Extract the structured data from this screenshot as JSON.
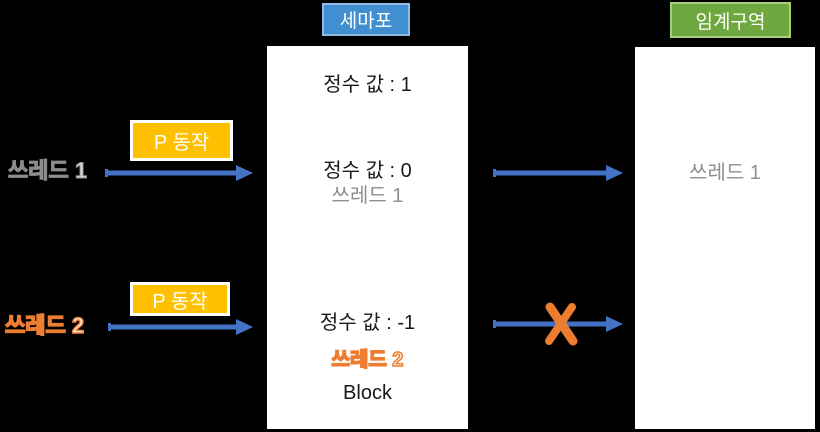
{
  "headers": {
    "semaphore": "세마포",
    "critical_section": "임계구역"
  },
  "left_column": {
    "thread1_label": "쓰레드 1",
    "thread2_label": "쓰레드 2"
  },
  "p_operations": {
    "p_op_1": "P 동작",
    "p_op_2": "P 동작"
  },
  "semaphore_box": {
    "row1_value": "정수 값 : 1",
    "row2_value": "정수 값 : 0",
    "row2_thread": "쓰레드 1",
    "row3_value": "정수 값 : -1",
    "row3_thread": "쓰레드 2",
    "row3_status": "Block"
  },
  "critical_box": {
    "occupant": "쓰레드 1"
  },
  "icons": {
    "arrow_1": "right-arrow",
    "arrow_2": "right-arrow",
    "arrow_3": "right-arrow",
    "arrow_4": "right-arrow-blocked",
    "blocked_mark": "x-cross"
  },
  "colors": {
    "background": "#000000",
    "box_background": "#ffffff",
    "arrow_blue": "#4472C4",
    "blocked_orange": "#ED7D31",
    "p_box_yellow": "#FFC000",
    "semaphore_header_blue": "#418FD0",
    "semaphore_header_border": "#8FBCE6",
    "critical_header_green": "#6FA83F",
    "critical_header_border": "#A5CE7D",
    "thread_gray": "#8f8f8f"
  }
}
